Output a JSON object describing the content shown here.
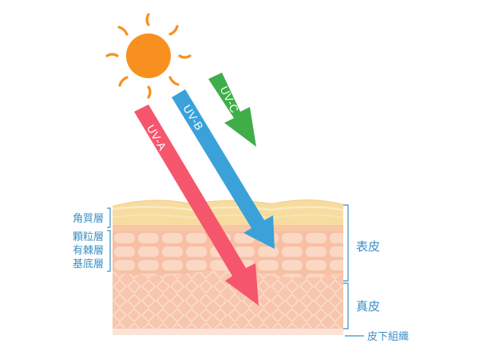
{
  "rays": {
    "uva": {
      "label": "UV-A",
      "color": "#f5566d"
    },
    "uvb": {
      "label": "UV-B",
      "color": "#3aa2d9"
    },
    "uvc": {
      "label": "UV-C",
      "color": "#3fae49"
    }
  },
  "layers_left": {
    "stratum_corneum": "角質層",
    "stratum_granulosum": "顆粒層",
    "stratum_spinosum": "有棘層",
    "stratum_basale": "基底層"
  },
  "layers_right": {
    "epidermis": "表皮",
    "dermis": "真皮",
    "subcutaneous": "皮下組織"
  },
  "colors": {
    "sun": "#f7901e",
    "label_blue": "#3a8fc4",
    "corneum_top": "#f7dca0",
    "epidermis_bg": "#f7c3a7",
    "cell": "#fad9c5",
    "dermis_bg": "#f8c5ad",
    "subcutaneous": "#fbe3d7"
  }
}
